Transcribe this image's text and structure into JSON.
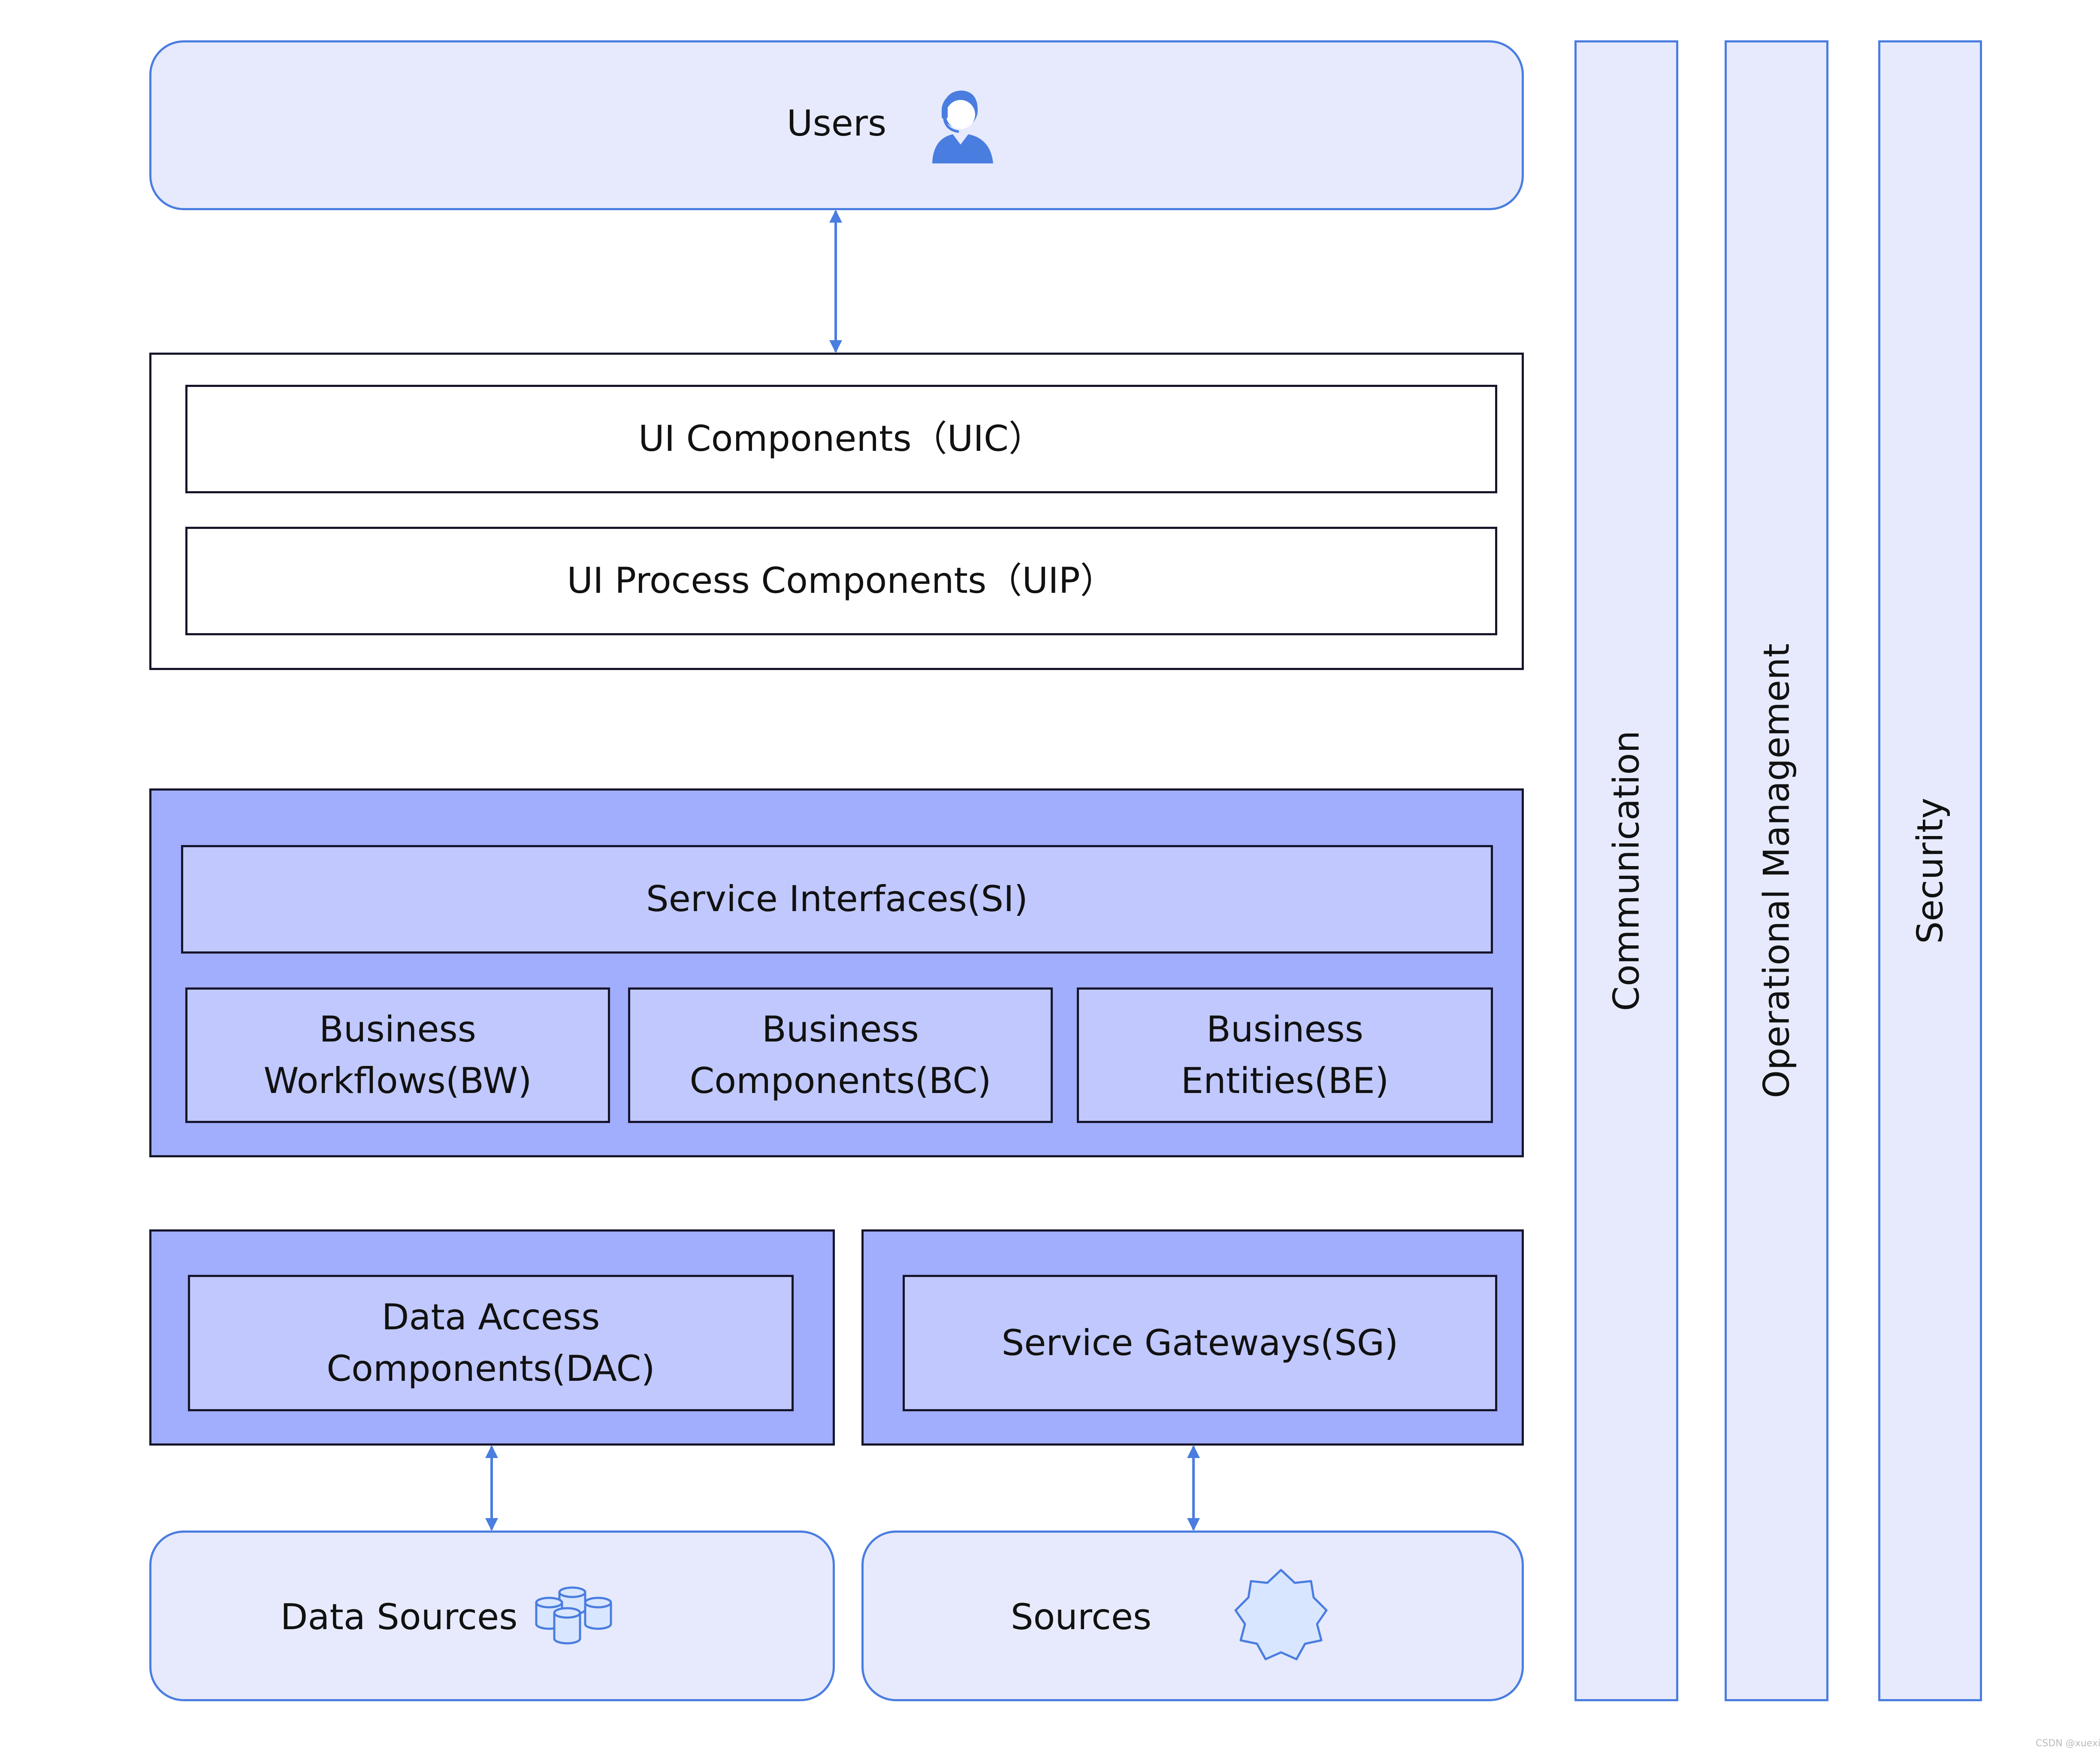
{
  "users": {
    "label": "Users",
    "icon": "user-headset-icon"
  },
  "presentation": {
    "uic_label": "UI Components（UIC）",
    "uip_label": "UI Process Components（UIP）"
  },
  "business": {
    "si_label": "Service Interfaces(SI)",
    "bw_label": "Business\nWorkflows(BW)",
    "bc_label": "Business\nComponents(BC)",
    "be_label": "Business\nEntities(BE)"
  },
  "data_layer": {
    "dac_label": "Data Access\nComponents(DAC)",
    "sg_label": "Service Gateways(SG)"
  },
  "sources": {
    "data_sources_label": "Data Sources",
    "data_sources_icon": "database-cylinders-icon",
    "sources_label": "Sources",
    "sources_icon": "star-badge-icon"
  },
  "crosscutting": {
    "communication": "Communication",
    "operational_management": "Operational Management",
    "security": "Security"
  },
  "watermark": "CSDN @xuexiangjiali",
  "colors": {
    "pill_fill": "#e6eafc",
    "pill_border": "#4a7de0",
    "layer_dark": "#a1adfd",
    "layer_light": "#c0c8fd",
    "border_dark": "#15152a",
    "arrow": "#4a7de0",
    "icon_blue": "#4a7de0"
  }
}
